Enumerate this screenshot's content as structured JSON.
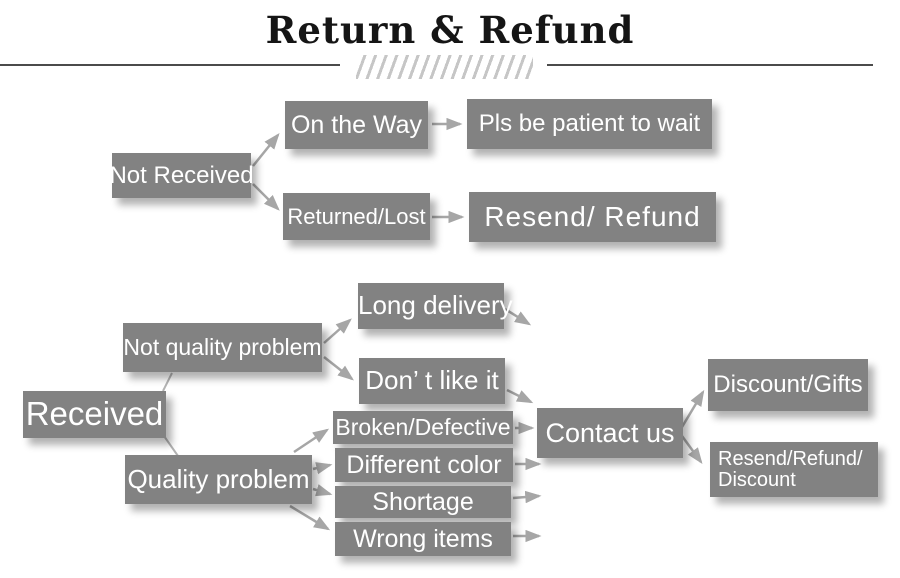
{
  "header": {
    "title": "Return & Refund"
  },
  "colors": {
    "node_bg": "#828282",
    "node_text": "#ffffff",
    "arrow": "#a6a6a6",
    "line": "#b3b3b3",
    "rule": "#4b4b4b",
    "hatch": "#c6c6c6",
    "title_text": "#151515"
  },
  "nodes": {
    "not_received": "Not Received",
    "on_the_way": "On the Way",
    "pls_be_patient": "Pls be patient to wait",
    "returned_lost": "Returned/Lost",
    "resend_refund": "Resend/ Refund",
    "received": "Received",
    "not_quality_problem": "Not quality problem",
    "long_delivery": "Long delivery",
    "dont_like_it": "Don’ t like it",
    "quality_problem": "Quality problem",
    "broken_defective": "Broken/Defective",
    "different_color": "Different color",
    "shortage": "Shortage",
    "wrong_items": "Wrong items",
    "contact_us": "Contact us",
    "discount_gifts": "Discount/Gifts",
    "resend_refund_discount_line1": "Resend/Refund/",
    "resend_refund_discount_line2": "Discount"
  }
}
